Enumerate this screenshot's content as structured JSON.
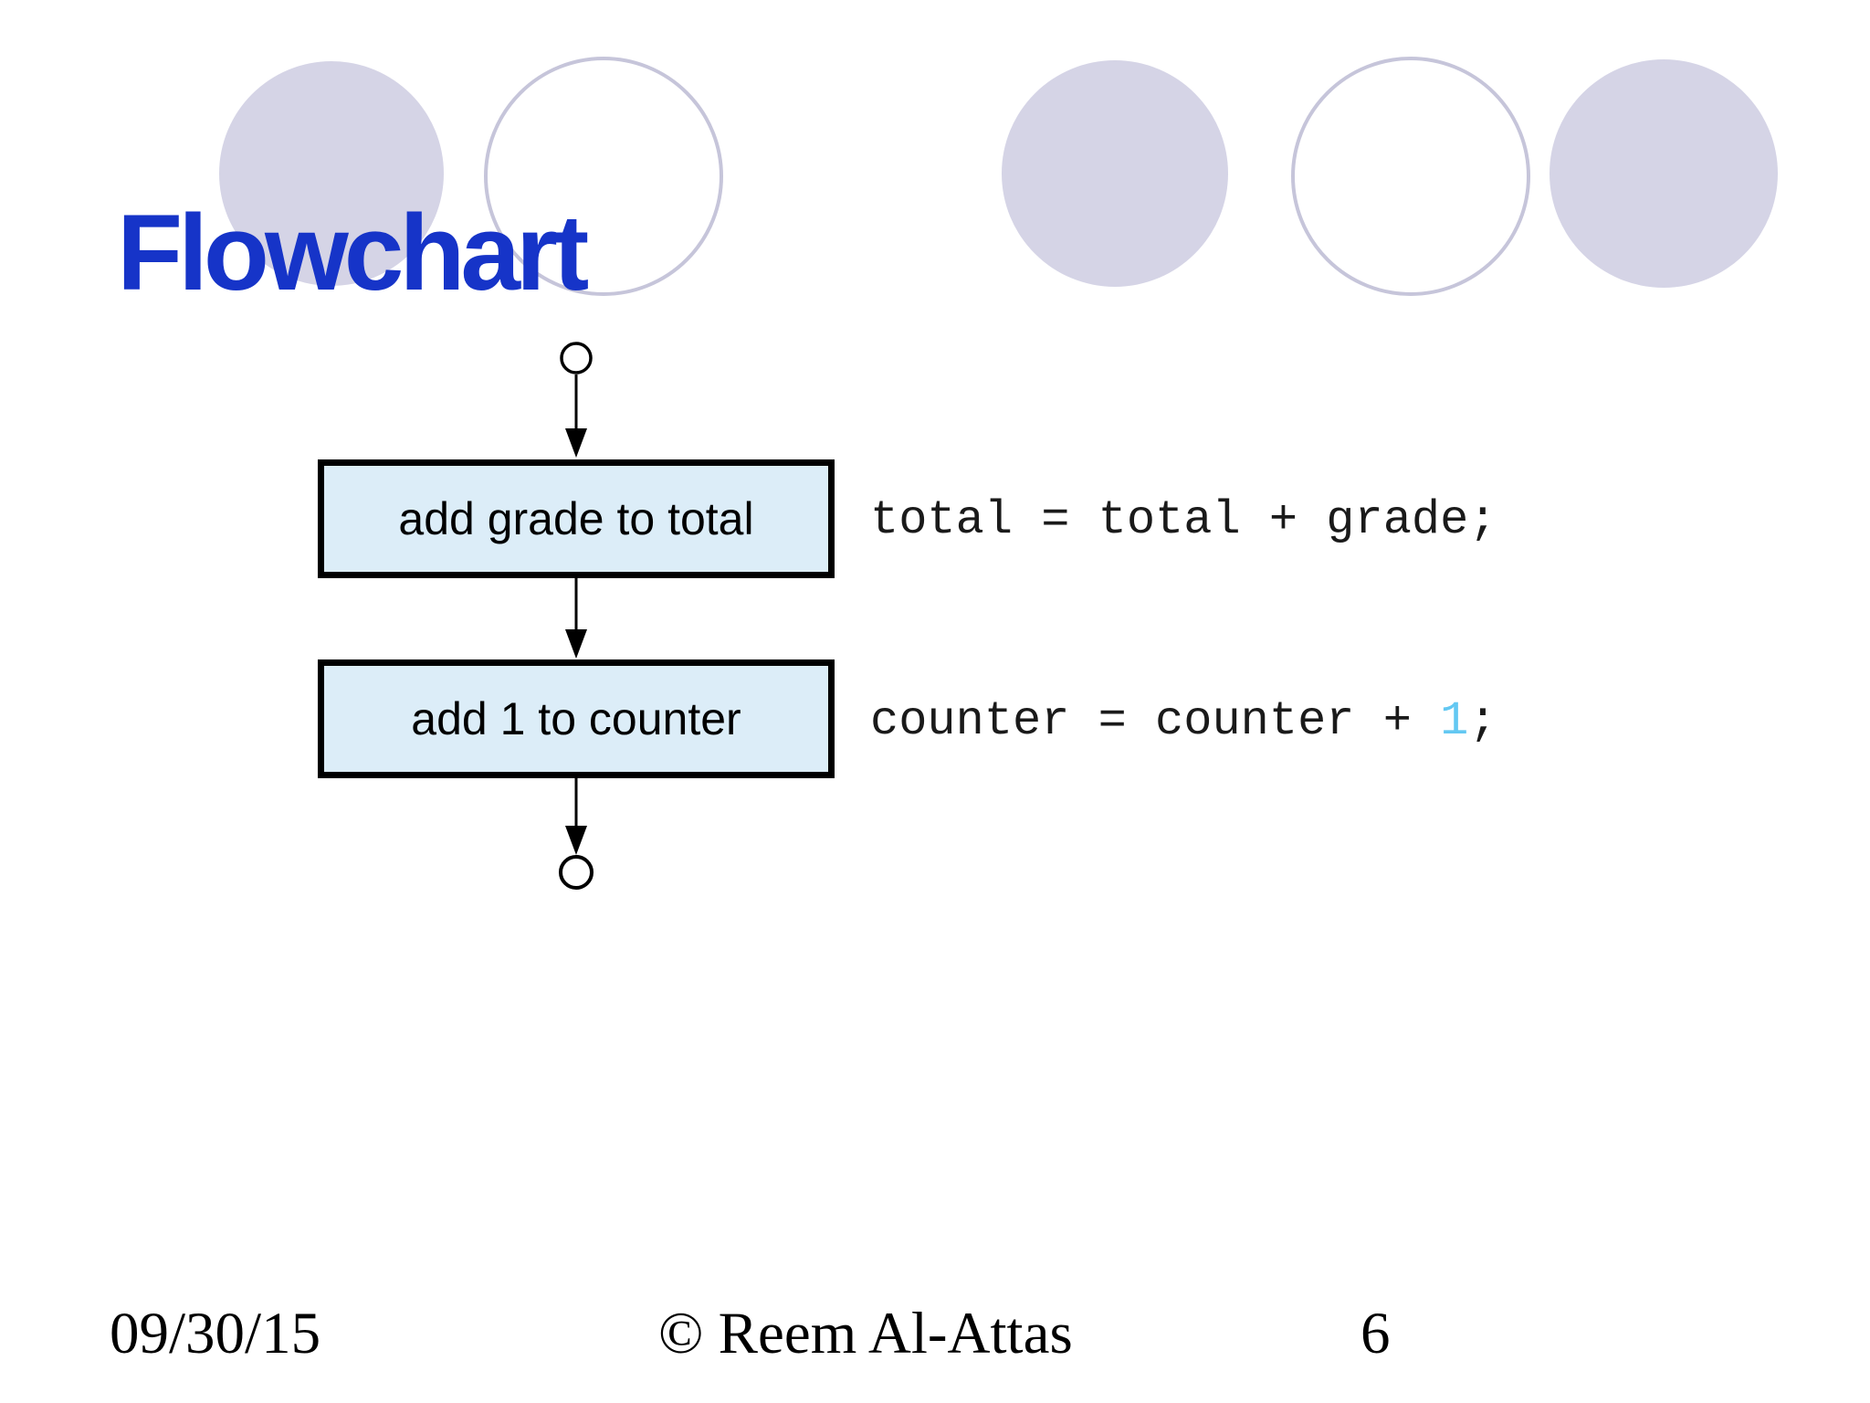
{
  "title": "Flowchart",
  "flowchart": {
    "boxes": [
      {
        "label": "add grade to total"
      },
      {
        "label": "add 1 to counter"
      }
    ],
    "code_lines": [
      {
        "pre": "total = total + grade;",
        "highlight": "",
        "post": ""
      },
      {
        "pre": "counter = counter + ",
        "highlight": "1",
        "post": ";"
      }
    ]
  },
  "footer": {
    "date": "09/30/15",
    "credit": "© Reem Al-Attas",
    "page_number": "6"
  },
  "colors": {
    "title_blue": "#1634c8",
    "process_box_fill": "#dcedf8",
    "process_box_border": "#000000",
    "decor_circle_fill": "#d5d4e6",
    "decor_circle_stroke": "#c6c5da",
    "code_text": "#1a1a1a",
    "code_highlight": "#63c8f2",
    "background": "#ffffff"
  }
}
